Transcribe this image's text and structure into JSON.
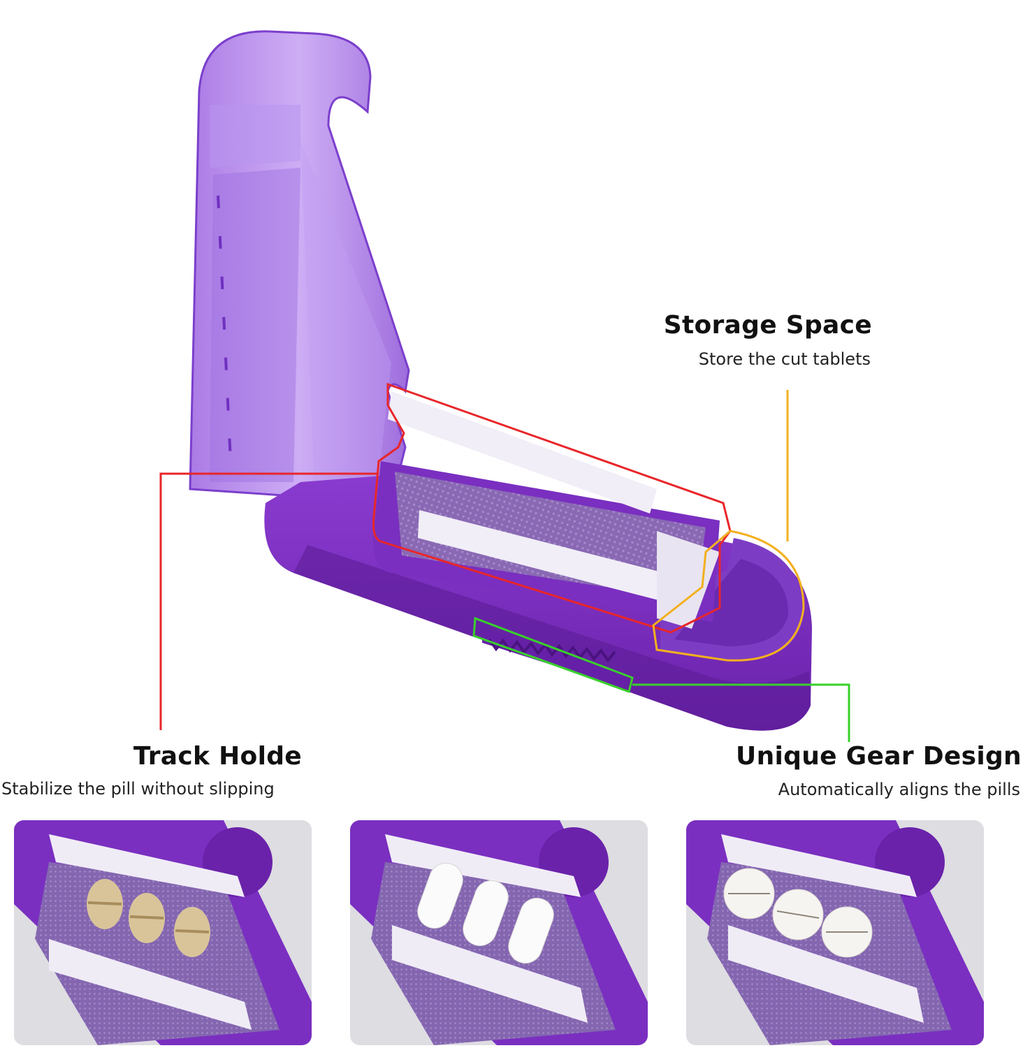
{
  "callouts": {
    "storage": {
      "title": "Storage Space",
      "subtitle": "Store the cut tablets",
      "color": "#f2b01e"
    },
    "track": {
      "title": "Track Holde",
      "subtitle": "Stabilize the pill without slipping",
      "color": "#e8262a"
    },
    "gear": {
      "title": "Unique Gear Design",
      "subtitle": "Automatically aligns the pills",
      "color": "#38d12a"
    }
  },
  "colors": {
    "purple": "#7a2fc0",
    "purple_dark": "#5c1d96",
    "purple_clear": "#a674e6",
    "white_track": "#f1eef7"
  },
  "thumbnails": [
    {
      "pill_type": "tan-split-pills",
      "pill_color": "#d9c49a"
    },
    {
      "pill_type": "white-oblong-pills",
      "pill_color": "#fbfbfb"
    },
    {
      "pill_type": "white-round-pills",
      "pill_color": "#f6f4f1"
    }
  ]
}
